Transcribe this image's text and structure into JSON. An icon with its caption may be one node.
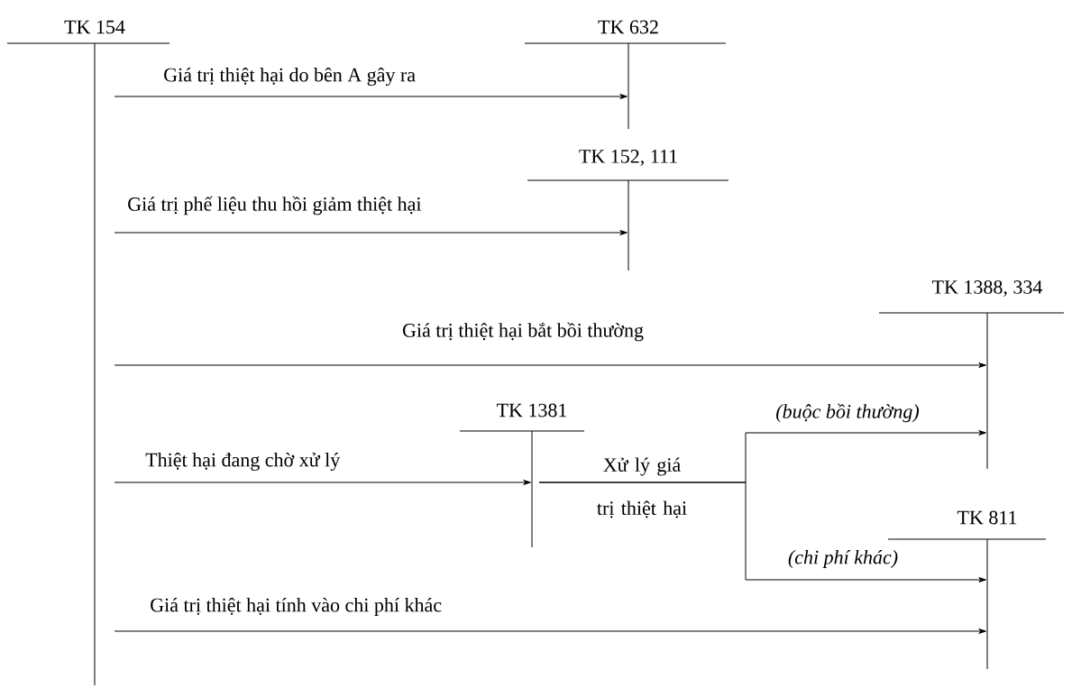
{
  "diagram": {
    "nodes": [
      {
        "text": [
          "TK 154"
        ]
      },
      {
        "text": [
          "TK 632"
        ]
      },
      {
        "text": [
          "TK 152, 111"
        ]
      },
      {
        "text": [
          "TK 1388, 334"
        ]
      },
      {
        "text": [
          "TK 1381"
        ]
      },
      {
        "text": [
          "TK 811"
        ]
      }
    ],
    "edges": [
      {
        "from": 0,
        "to": 1,
        "arrow": "to",
        "label": "Giá trị thiệt hại do bên A gây ra"
      },
      {
        "from": 0,
        "to": 2,
        "arrow": "to",
        "label": "Giá trị phế liệu thu hồi giảm thiệt hại"
      },
      {
        "from": 0,
        "to": 3,
        "arrow": "to",
        "label": "Giá trị thiệt hại bắt bồi thường"
      },
      {
        "from": 0,
        "to": 4,
        "arrow": "to",
        "label": "Thiệt hại đang chờ xử lý"
      },
      {
        "from": 4,
        "to": 3,
        "arrow": "to",
        "label": "(buộc bồi thường)"
      },
      {
        "from": 4,
        "to": 5,
        "arrow": "to",
        "label": "(chi phí khác)"
      },
      {
        "from": 0,
        "to": 5,
        "arrow": "to",
        "label": "Giá trị thiệt hại tính vào chi phí khác"
      }
    ],
    "labels": [
      "Xử lý giá trị thiệt hại"
    ]
  }
}
